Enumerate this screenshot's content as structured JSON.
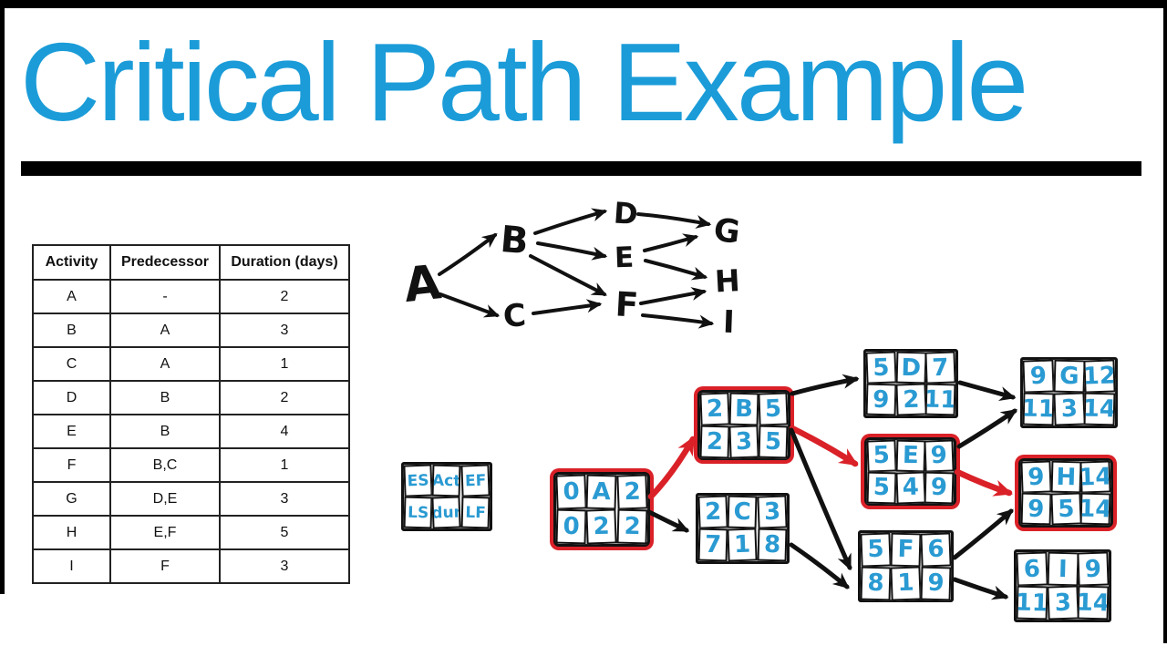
{
  "title": "Critical Path Example",
  "colors": {
    "title_blue": "#1b9cd8",
    "handwriting_blue": "#2a9ad2",
    "critical_path_red": "#da2128",
    "ink_black": "#111111"
  },
  "activity_table": {
    "headers": [
      "Activity",
      "Predecessor",
      "Duration (days)"
    ],
    "rows": [
      [
        "A",
        "-",
        "2"
      ],
      [
        "B",
        "A",
        "3"
      ],
      [
        "C",
        "A",
        "1"
      ],
      [
        "D",
        "B",
        "2"
      ],
      [
        "E",
        "B",
        "4"
      ],
      [
        "F",
        "B,C",
        "1"
      ],
      [
        "G",
        "D,E",
        "3"
      ],
      [
        "H",
        "E,F",
        "5"
      ],
      [
        "I",
        "F",
        "3"
      ]
    ]
  },
  "sketch_network": {
    "nodes": [
      {
        "label": "A"
      },
      {
        "label": "B"
      },
      {
        "label": "C"
      },
      {
        "label": "D"
      },
      {
        "label": "E"
      },
      {
        "label": "F"
      },
      {
        "label": "G"
      },
      {
        "label": "H"
      },
      {
        "label": "I"
      }
    ],
    "edges": [
      [
        "A",
        "B"
      ],
      [
        "A",
        "C"
      ],
      [
        "B",
        "D"
      ],
      [
        "B",
        "E"
      ],
      [
        "B",
        "F"
      ],
      [
        "C",
        "F"
      ],
      [
        "D",
        "G"
      ],
      [
        "E",
        "G"
      ],
      [
        "E",
        "H"
      ],
      [
        "F",
        "H"
      ],
      [
        "F",
        "I"
      ]
    ]
  },
  "legend": {
    "es": "ES",
    "act": "Act",
    "ef": "EF",
    "ls": "LS",
    "dur": "dur",
    "lf": "LF"
  },
  "cpm_nodes": [
    {
      "act": "A",
      "es": "0",
      "ef": "2",
      "ls": "0",
      "dur": "2",
      "lf": "2",
      "critical": true
    },
    {
      "act": "B",
      "es": "2",
      "ef": "5",
      "ls": "2",
      "dur": "3",
      "lf": "5",
      "critical": true
    },
    {
      "act": "C",
      "es": "2",
      "ef": "3",
      "ls": "7",
      "dur": "1",
      "lf": "8",
      "critical": false
    },
    {
      "act": "D",
      "es": "5",
      "ef": "7",
      "ls": "9",
      "dur": "2",
      "lf": "11",
      "critical": false
    },
    {
      "act": "E",
      "es": "5",
      "ef": "9",
      "ls": "5",
      "dur": "4",
      "lf": "9",
      "critical": true
    },
    {
      "act": "F",
      "es": "5",
      "ef": "6",
      "ls": "8",
      "dur": "1",
      "lf": "9",
      "critical": false
    },
    {
      "act": "G",
      "es": "9",
      "ef": "12",
      "ls": "11",
      "dur": "3",
      "lf": "14",
      "critical": false
    },
    {
      "act": "H",
      "es": "9",
      "ef": "14",
      "ls": "9",
      "dur": "5",
      "lf": "14",
      "critical": true
    },
    {
      "act": "I",
      "es": "6",
      "ef": "9",
      "ls": "11",
      "dur": "3",
      "lf": "14",
      "critical": false
    }
  ],
  "critical_path": [
    "A",
    "B",
    "E",
    "H"
  ]
}
